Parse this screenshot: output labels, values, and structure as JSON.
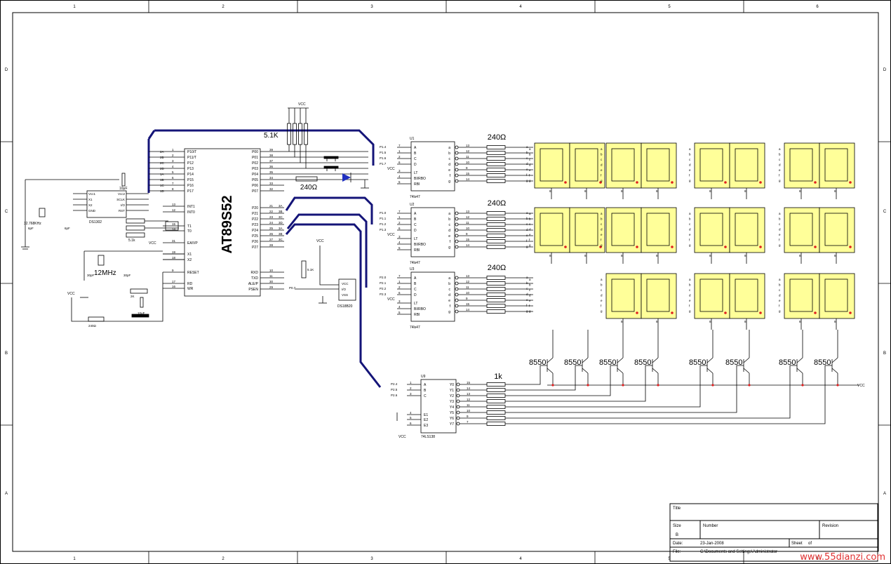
{
  "frame": {
    "col_labels": [
      "1",
      "2",
      "3",
      "4",
      "5",
      "6"
    ],
    "row_labels": [
      "D",
      "C",
      "B",
      "A"
    ]
  },
  "mcu": {
    "name": "AT89S52",
    "pins_left": [
      "P10/T",
      "P11/T",
      "P12",
      "P13",
      "P14",
      "P15",
      "P16",
      "P17",
      "INT1",
      "INT0",
      "T1",
      "T0",
      "EA/VP",
      "X1",
      "X2",
      "RESET",
      "RD",
      "WR"
    ],
    "pins_right": [
      "P00",
      "P01",
      "P02",
      "P03",
      "P04",
      "P05",
      "P06",
      "P07",
      "P20",
      "P21",
      "P22",
      "P23",
      "P24",
      "P25",
      "P26",
      "P27",
      "RXD",
      "TXD",
      "ALE/P",
      "PSEN"
    ]
  },
  "rtc": {
    "name": "DS1302",
    "pins": [
      "Vcc1",
      "Vcc2",
      "X1",
      "SCLK",
      "X2",
      "I/O",
      "GND",
      "RST"
    ],
    "crystal": "32.768KHz"
  },
  "temp_sensor": {
    "name": "DS18B20",
    "pins": [
      "VCC",
      "I/O",
      "VSS"
    ]
  },
  "decoders": [
    {
      "ref": "U1",
      "part": "74ls47"
    },
    {
      "ref": "U2",
      "part": "74ls47"
    },
    {
      "ref": "U3",
      "part": "74ls47"
    }
  ],
  "demux": {
    "ref": "U9",
    "part": "74LS138"
  },
  "decoder_pins_in": [
    "A",
    "B",
    "C",
    "D",
    "LT",
    "BI/RBO",
    "RBI"
  ],
  "decoder_pins_out": [
    "a",
    "b",
    "c",
    "d",
    "e",
    "f",
    "g"
  ],
  "demux_pins_in": [
    "A",
    "B",
    "C",
    "E1",
    "E2",
    "E3"
  ],
  "demux_pins_out": [
    "Y0",
    "Y1",
    "Y2",
    "Y3",
    "Y4",
    "Y5",
    "Y6",
    "Y7"
  ],
  "labels": {
    "res_240": "240Ω",
    "res_1k": "1k",
    "res_51k": "5.1K",
    "crystal_12": "12MHz",
    "transistor": "8550",
    "vcc": "VCC",
    "cap_30pf": "30pF",
    "cap_10uf": "10μF",
    "res_240r": "240Ω"
  },
  "title_block": {
    "title_label": "Title",
    "size_label": "Size",
    "size_value": "B",
    "number_label": "Number",
    "revision_label": "Revision",
    "date_label": "Date:",
    "date_value": "23-Jan-2008",
    "sheet_label": "Sheet",
    "of_label": "of",
    "file_label": "File:",
    "file_value": "C:\\Documents and Settings\\Administrator"
  },
  "watermark": "www.55dianzi.com",
  "colors": {
    "wire": "#000000",
    "bus": "#141478",
    "display": "#ffff99",
    "frame": "#000000"
  }
}
